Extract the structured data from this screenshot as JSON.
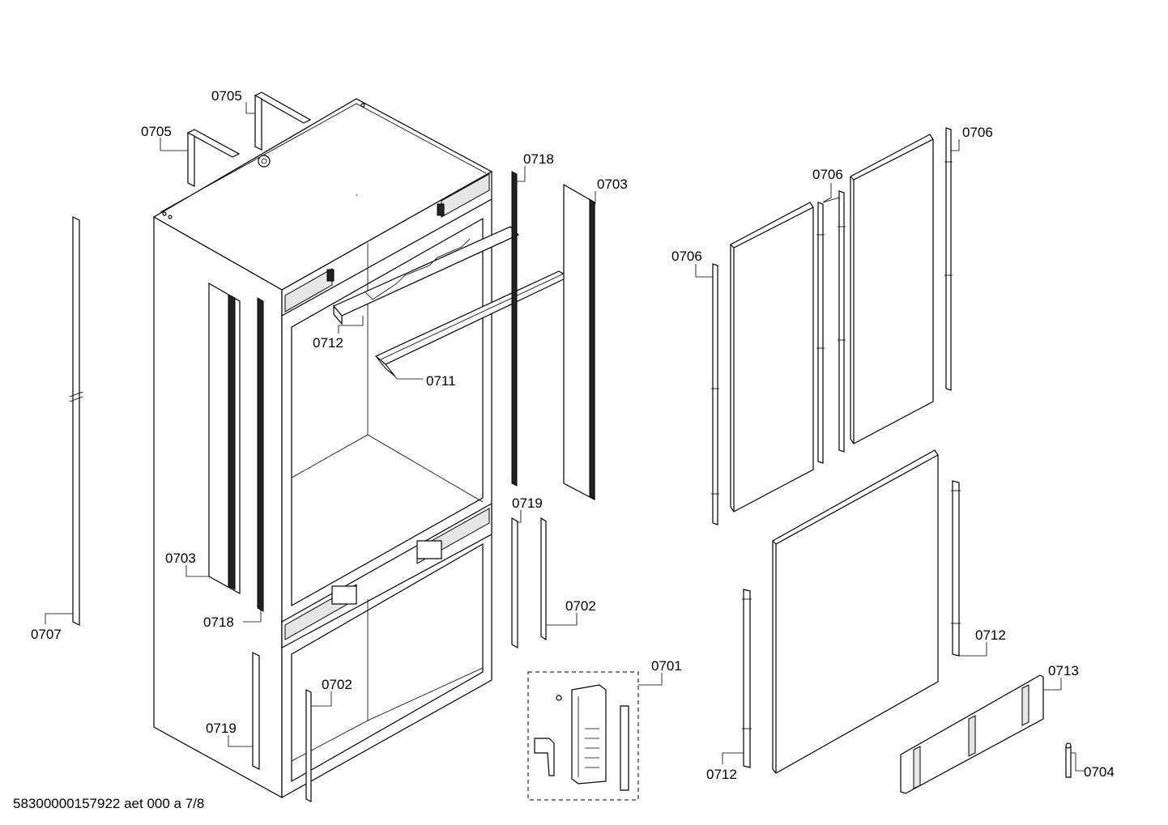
{
  "diagram": {
    "document_code": "58300000157922 aet 000 a 7/8",
    "callouts": {
      "c0705a": "0705",
      "c0705b": "0705",
      "c0718a": "0718",
      "c0703a": "0703",
      "c0712a": "0712",
      "c0711": "0711",
      "c0703b": "0703",
      "c0718b": "0718",
      "c0707": "0707",
      "c0719a": "0719",
      "c0702a": "0702",
      "c0719b": "0719",
      "c0702b": "0702",
      "c0701": "0701",
      "c0706a": "0706",
      "c0706b": "0706",
      "c0706c": "0706",
      "c0712b": "0712",
      "c0712c": "0712",
      "c0713": "0713",
      "c0704": "0704"
    }
  }
}
